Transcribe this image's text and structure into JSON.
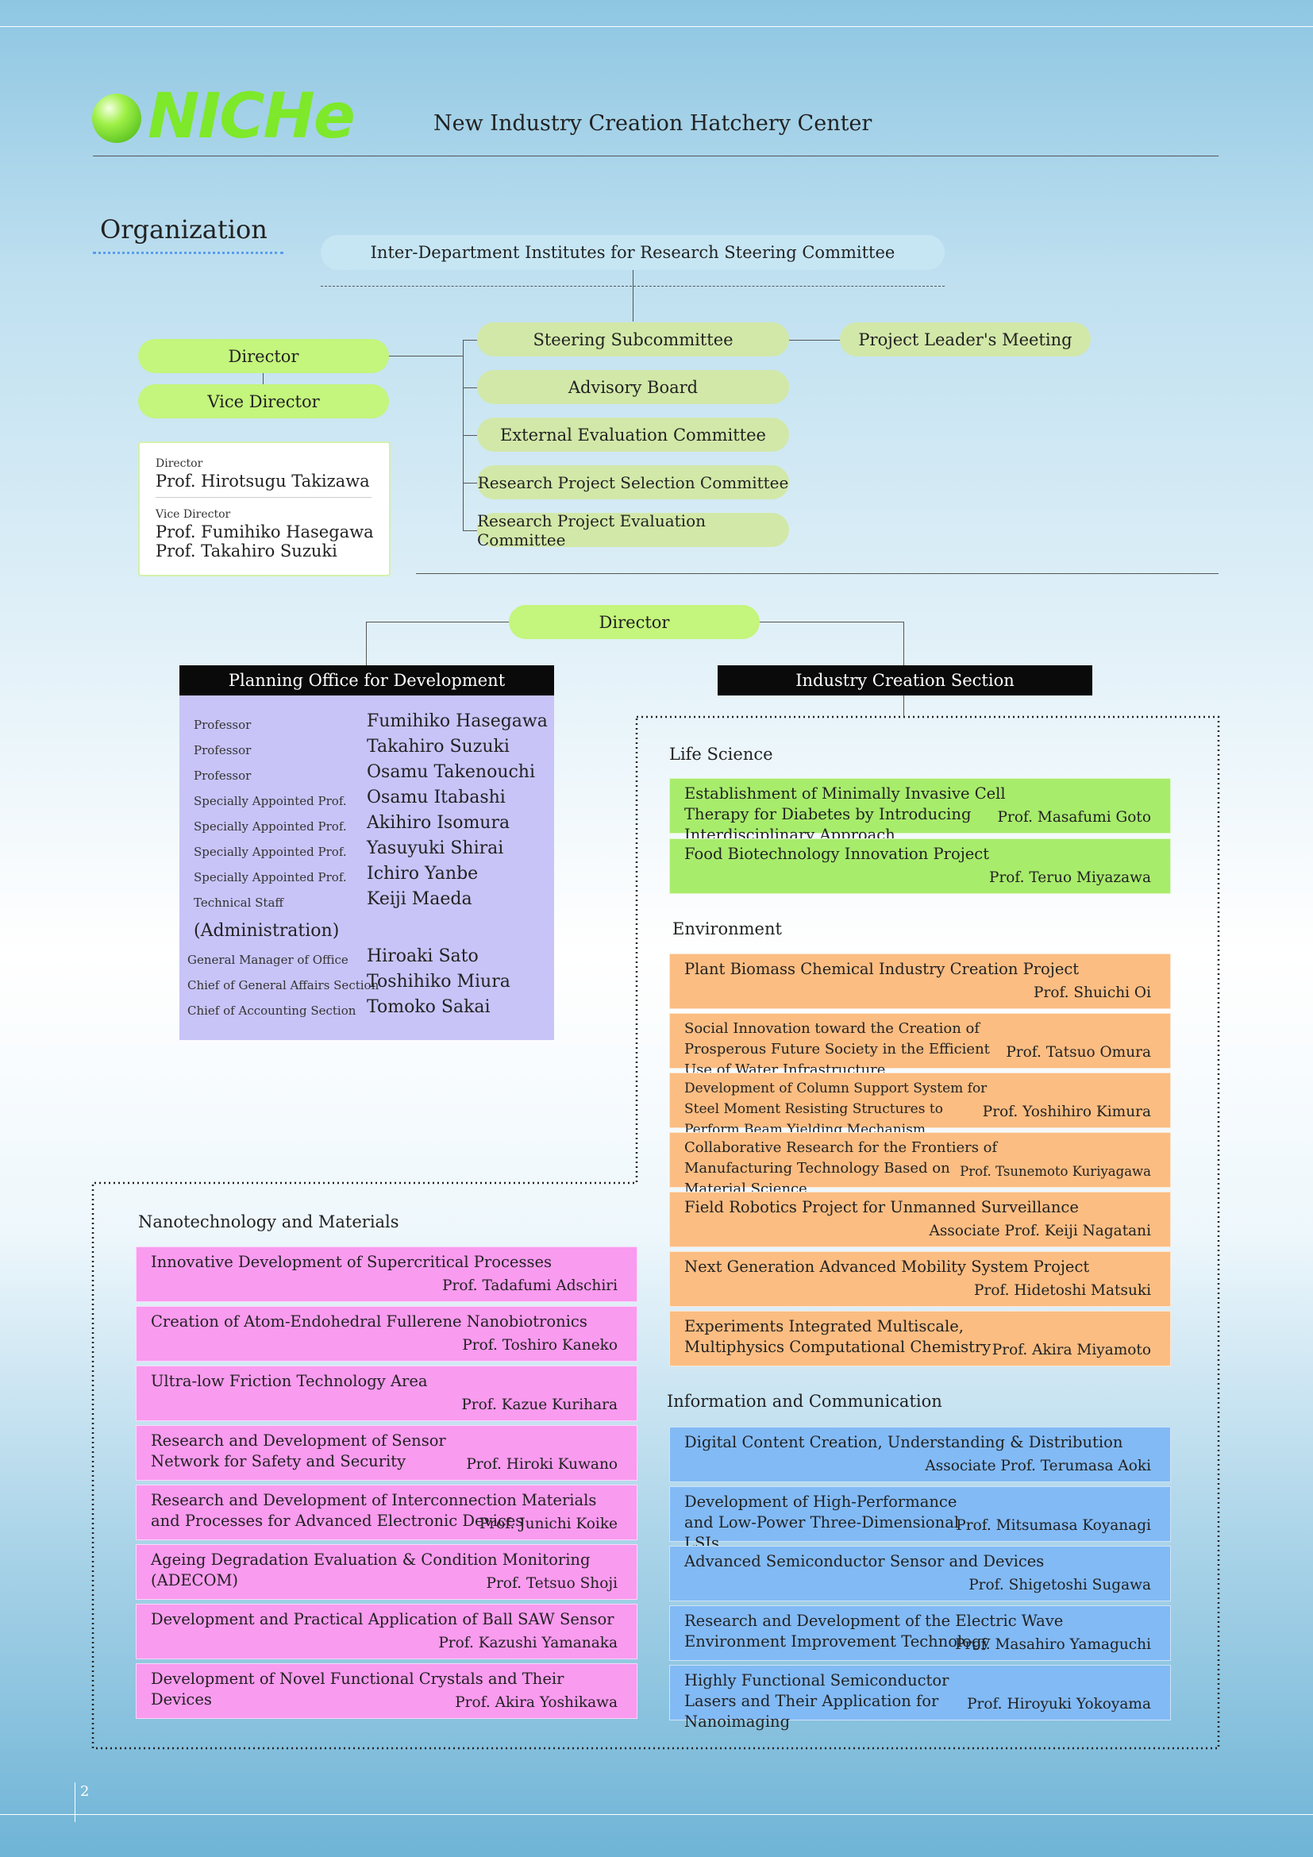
{
  "header": {
    "logo_text": "NICHe",
    "subtitle": "New Industry Creation Hatchery Center"
  },
  "organization": {
    "title": "Organization",
    "steering_committee": "Inter-Department Institutes for Research Steering Committee",
    "director": "Director",
    "vice_director": "Vice Director",
    "committees": [
      "Steering Subcommittee",
      "Advisory Board",
      "External Evaluation Committee",
      "Research Project Selection Committee",
      "Research Project Evaluation Committee"
    ],
    "leaders_meeting": "Project Leader's Meeting",
    "info_box": {
      "director_label": "Director",
      "director_name": "Prof. Hirotsugu Takizawa",
      "vice_label": "Vice Director",
      "vice_names": [
        "Prof. Fumihiko Hasegawa",
        "Prof. Takahiro Suzuki"
      ]
    }
  },
  "lower": {
    "director": "Director",
    "planning_title": "Planning Office for Development",
    "industry_title": "Industry Creation Section"
  },
  "planning": {
    "staff": [
      {
        "role": "Professor",
        "name": "Fumihiko Hasegawa"
      },
      {
        "role": "Professor",
        "name": "Takahiro Suzuki"
      },
      {
        "role": "Professor",
        "name": "Osamu Takenouchi"
      },
      {
        "role": "Specially Appointed Prof.",
        "name": "Osamu Itabashi"
      },
      {
        "role": "Specially Appointed Prof.",
        "name": "Akihiro Isomura"
      },
      {
        "role": "Specially Appointed Prof.",
        "name": "Yasuyuki Shirai"
      },
      {
        "role": "Specially Appointed Prof.",
        "name": "Ichiro Yanbe"
      },
      {
        "role": "Technical Staff",
        "name": "Keiji Maeda"
      }
    ],
    "admin_label": "(Administration)",
    "admin": [
      {
        "role": "General Manager of Office",
        "name": "Hiroaki Sato"
      },
      {
        "role": "Chief of General Affairs Section",
        "name": "Toshihiko Miura"
      },
      {
        "role": "Chief of Accounting Section",
        "name": "Tomoko Sakai"
      }
    ]
  },
  "sections": {
    "life_science": {
      "title": "Life Science",
      "projects": [
        {
          "title": "Establishment of Minimally Invasive Cell Therapy for Diabetes by Introducing Interdisciplinary Approach",
          "leader": "Prof. Masafumi Goto"
        },
        {
          "title": "Food Biotechnology Innovation Project",
          "leader": "Prof. Teruo Miyazawa"
        }
      ]
    },
    "environment": {
      "title": "Environment",
      "projects": [
        {
          "title": "Plant Biomass Chemical Industry Creation Project",
          "leader": "Prof. Shuichi Oi"
        },
        {
          "title": "Social Innovation toward the Creation of Prosperous Future Society in the Efficient Use of Water Infrastructure",
          "leader": "Prof. Tatsuo Omura"
        },
        {
          "title": "Development of Column Support System for Steel Moment Resisting Structures to Perform Beam Yielding Mechanism",
          "leader": "Prof. Yoshihiro Kimura"
        },
        {
          "title": "Collaborative Research for the Frontiers of Manufacturing Technology Based on Material Science",
          "leader": "Prof. Tsunemoto Kuriyagawa"
        },
        {
          "title": "Field Robotics Project for Unmanned Surveillance",
          "leader": "Associate Prof. Keiji Nagatani"
        },
        {
          "title": "Next Generation Advanced Mobility System Project",
          "leader": "Prof. Hidetoshi Matsuki"
        },
        {
          "title": "Experiments Integrated Multiscale, Multiphysics Computational Chemistry",
          "leader": "Prof. Akira Miyamoto"
        }
      ]
    },
    "info_comm": {
      "title": "Information and Communication",
      "projects": [
        {
          "title": "Digital Content Creation, Understanding & Distribution",
          "leader": "Associate Prof. Terumasa Aoki"
        },
        {
          "title": "Development of High-Performance and Low-Power Three-Dimensional LSIs",
          "leader": "Prof. Mitsumasa Koyanagi"
        },
        {
          "title": "Advanced Semiconductor Sensor and Devices",
          "leader": "Prof. Shigetoshi Sugawa"
        },
        {
          "title": "Research and Development of the Electric Wave Environment Improvement Technology",
          "leader": "Prof. Masahiro Yamaguchi"
        },
        {
          "title": "Highly Functional Semiconductor Lasers and Their Application for Nanoimaging",
          "leader": "Prof. Hiroyuki Yokoyama"
        }
      ]
    },
    "nano": {
      "title": "Nanotechnology and Materials",
      "projects": [
        {
          "title": "Innovative Development of Supercritical Processes",
          "leader": "Prof. Tadafumi Adschiri"
        },
        {
          "title": "Creation of Atom-Endohedral Fullerene Nanobiotronics",
          "leader": "Prof. Toshiro Kaneko"
        },
        {
          "title": "Ultra-low Friction Technology Area",
          "leader": "Prof. Kazue Kurihara"
        },
        {
          "title": "Research and Development of Sensor Network for Safety and Security",
          "leader": "Prof. Hiroki Kuwano"
        },
        {
          "title": "Research and Development of Interconnection Materials and Processes for Advanced Electronic Devices",
          "leader": "Prof. Junichi Koike"
        },
        {
          "title": "Ageing Degradation Evaluation & Condition Monitoring (ADECOM)",
          "leader": "Prof. Tetsuo Shoji"
        },
        {
          "title": "Development and Practical Application of Ball SAW Sensor",
          "leader": "Prof. Kazushi Yamanaka"
        },
        {
          "title": "Development of Novel Functional Crystals and Their Devices",
          "leader": "Prof. Akira Yoshikawa"
        }
      ]
    }
  },
  "page_number": "2"
}
